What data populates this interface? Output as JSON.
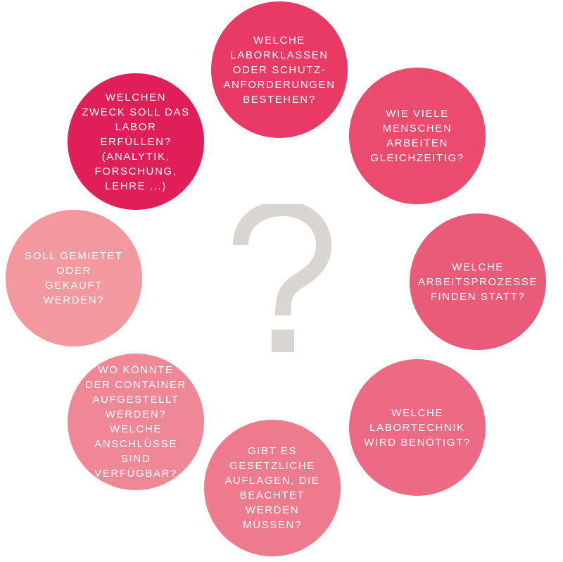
{
  "colors": {
    "background": "#ffffff",
    "question_mark": "#d9d6d1",
    "text": "#ffffff"
  },
  "center": {
    "symbol": "?"
  },
  "bubbles": [
    {
      "id": "top",
      "text": "WELCHE\nLABORKLASSEN\nODER SCHUTZ-\nANFORDERUNGEN\nBESTEHEN?",
      "color": "#e93a66"
    },
    {
      "id": "tr",
      "text": "WIE VIELE\nMENSCHEN\nARBEITEN\nGLEICHZEITIG?",
      "color": "#ea4b6f"
    },
    {
      "id": "right",
      "text": "WELCHE\nARBEITSPROZESSE\nFINDEN STATT?",
      "color": "#ea5b79"
    },
    {
      "id": "br",
      "text": "WELCHE\nLABORTECHNIK\nWIRD BENÖTIGT?",
      "color": "#ec6a83"
    },
    {
      "id": "bottom",
      "text": "GIBT ES\nGESETZLICHE\nAUFLAGEN, DIE\nBEACHTET WERDEN\nMÜSSEN?",
      "color": "#ee7a8e"
    },
    {
      "id": "bl",
      "text": "WO KÖNNTE\nDER CONTAINER\nAUFGESTELLT\nWERDEN? WELCHE\nANSCHLÜSSE SIND\nVERFÜGBAR?",
      "color": "#f08797"
    },
    {
      "id": "left",
      "text": "SOLL GEMIETET\nODER\nGEKAUFT WERDEN?",
      "color": "#f2989e"
    },
    {
      "id": "tl",
      "text": "WELCHEN\nZWECK SOLL DAS\nLABOR ERFÜLLEN?\n(ANALYTIK,\nFORSCHUNG,\nLEHRE ...)",
      "color": "#e01e58"
    }
  ]
}
